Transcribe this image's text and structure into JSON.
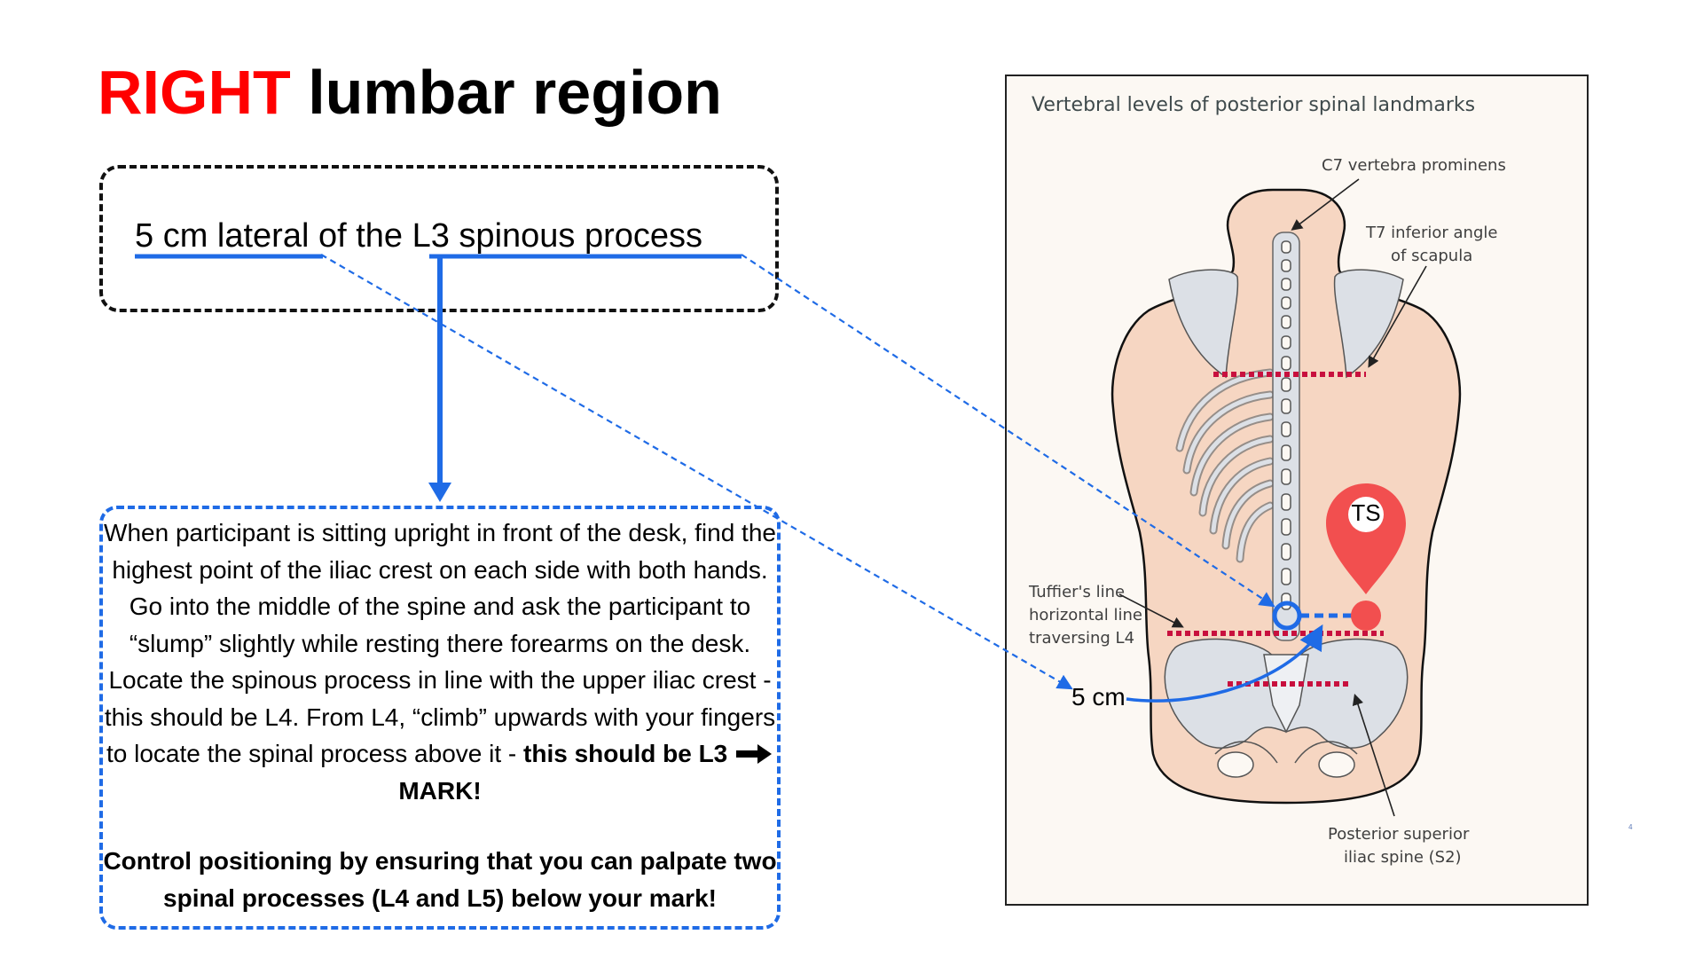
{
  "title": {
    "accent": "RIGHT",
    "rest": " lumbar region"
  },
  "definition": {
    "part1": "5 cm lateral",
    "part2": " of the ",
    "part3": "L3 spinous process"
  },
  "procedure": {
    "text": "When participant is sitting upright in front of the desk, find the highest point of the iliac crest on each side with both hands. Go into the middle of the spine and ask the participant to “slump” slightly while resting there forearms on the desk. Locate the spinous process in line with the upper iliac crest - this should be L4. From L4, “climb” upwards with your fingers to locate the spinal process above it - ",
    "bold_end_a": "this should be L3",
    "arrow_icon": "right-arrow-icon",
    "bold_end_b": "MARK!",
    "warning": "Control positioning by ensuring that you can palpate two spinal processes (L4 and L5) below your mark!"
  },
  "figure": {
    "title": "Vertebral levels of posterior spinal landmarks",
    "labels": {
      "c7": "C7 vertebra prominens",
      "t7_line1": "T7 inferior angle",
      "t7_line2": "of scapula",
      "tuffier_line1": "Tuffier's line",
      "tuffier_line2": "horizontal line",
      "tuffier_line3": "traversing L4",
      "psis_line1": "Posterior superior",
      "psis_line2": "iliac spine (S2)"
    },
    "marker_label": "TS",
    "distance_label": "5 cm",
    "colors": {
      "skin": "#f6d6c2",
      "bone": "#dce0e6",
      "landmark_line": "#c8103e",
      "marker": "#f24f4f",
      "annotation": "#1f6be6"
    }
  },
  "page_number": "4"
}
